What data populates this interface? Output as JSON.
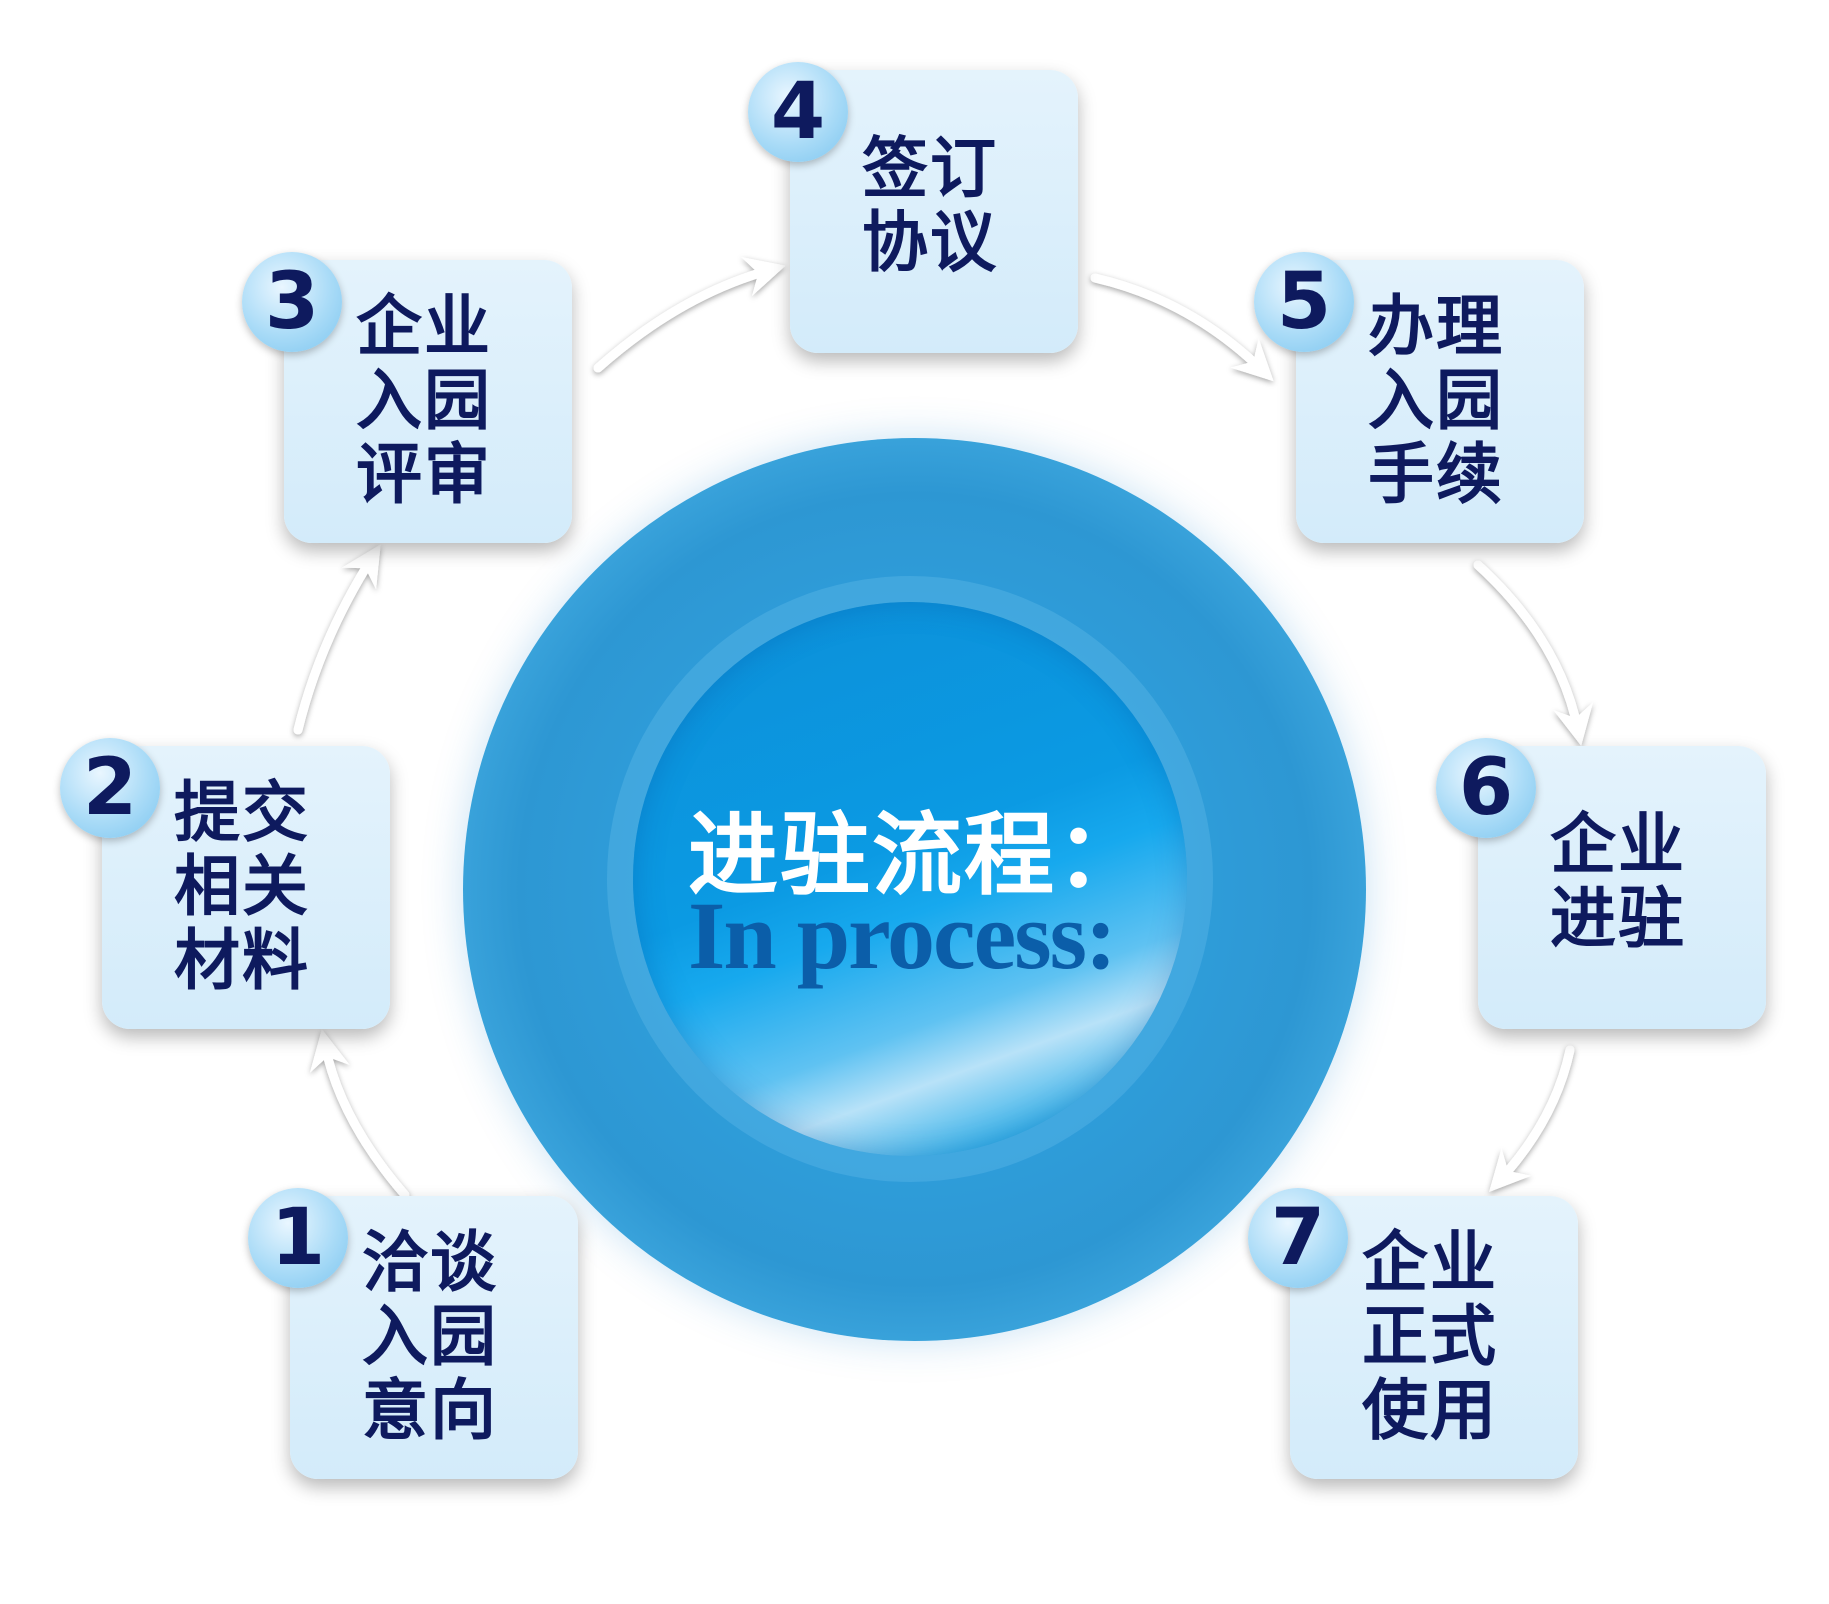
{
  "center": {
    "title": "进驻流程：",
    "subtitle": "In process:"
  },
  "steps": [
    {
      "number": "1",
      "label": "洽谈\n入园\n意向"
    },
    {
      "number": "2",
      "label": "提交\n相关\n材料"
    },
    {
      "number": "3",
      "label": "企业\n入园\n评审"
    },
    {
      "number": "4",
      "label": "签订\n协议"
    },
    {
      "number": "5",
      "label": "办理\n入园\n手续"
    },
    {
      "number": "6",
      "label": "企业\n进驻"
    },
    {
      "number": "7",
      "label": "企业\n正式\n使用"
    }
  ],
  "colors": {
    "card": "#d3ebfa",
    "text": "#0e1a5e",
    "center_blue": "#2f9edb",
    "subtitle": "#0b5ea9"
  }
}
